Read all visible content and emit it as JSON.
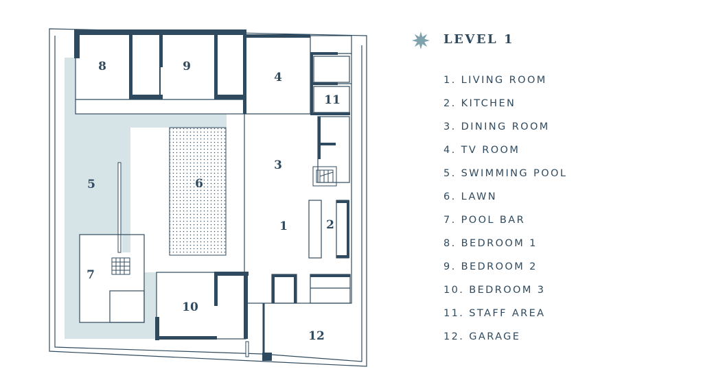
{
  "legend": {
    "title": "LEVEL 1",
    "items": [
      "1. LIVING ROOM",
      "2. KITCHEN",
      "3. DINING ROOM",
      "4. TV ROOM",
      "5. SWIMMING POOL",
      "6. LAWN",
      "7. POOL BAR",
      "8. BEDROOM 1",
      "9. BEDROOM 2",
      "10. BEDROOM 3",
      "11. STAFF AREA",
      "12. GARAGE"
    ]
  },
  "plan_labels": {
    "r1": "1",
    "r2": "2",
    "r3": "3",
    "r4": "4",
    "r5": "5",
    "r6": "6",
    "r7": "7",
    "r8": "8",
    "r9": "9",
    "r10": "10",
    "r11": "11",
    "r12": "12"
  },
  "colors": {
    "wall": "#2f4a5e",
    "pool": "#d6e4e8",
    "lawn_dots": "#2f4a5e",
    "text": "#2f4a5e"
  }
}
